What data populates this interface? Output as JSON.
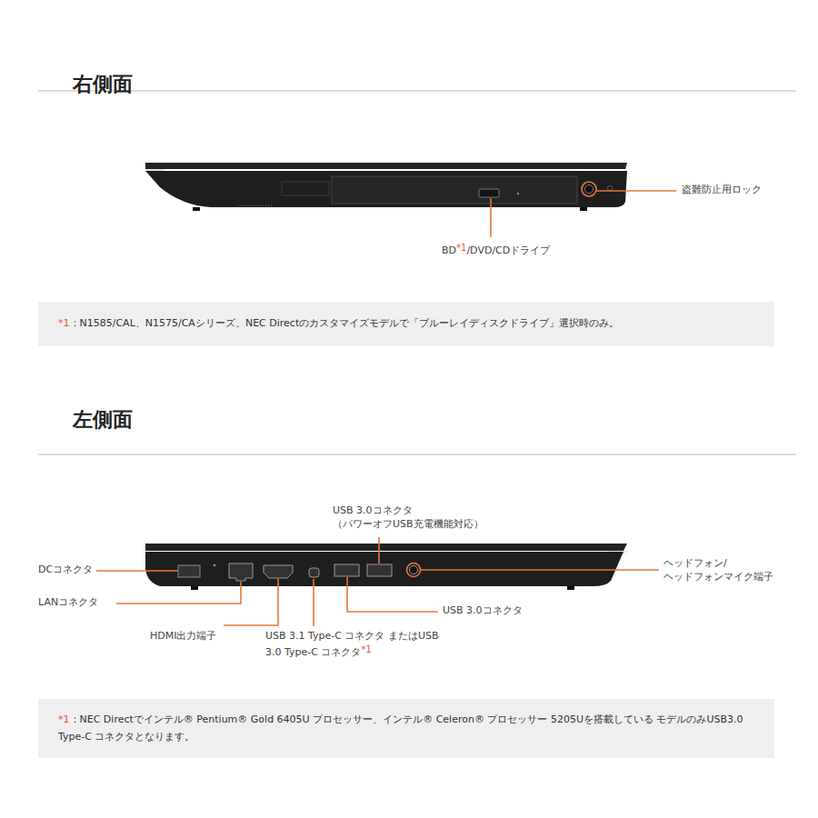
{
  "diagram": {
    "nodes": [
      {
        "text": [
          "*1",
          "：N1585/CAL、N1575/CAシリーズ、NEC Directのカスタマイズモデルで「ブルーレイディスクドライブ」選択時のみ。"
        ]
      },
      {
        "text": [
          "*1",
          "：NEC Directでインテル® Pentium® Gold 6405U プロセッサー、インテル® Celeron® プロセッサー 5205Uを搭載している モデルのみUSB3.0 Type-C コネクタとなります。"
        ]
      }
    ],
    "labels": [
      "右側面",
      "盗難防止用ロック",
      "BD",
      "*1",
      "/DVD/CDドライブ",
      "左側面",
      "USB 3.0コネクタ （パワーオフUSB充電機能対応）",
      "DCコネクタ",
      "LANコネクタ",
      "HDMI出力端子",
      "USB 3.1 Type-C コネクタ またはUSB 3.0 Type-C コネクタ",
      "*1",
      "USB 3.0コネクタ",
      "ヘッドフォン/ ヘッドフォンマイク端子"
    ]
  }
}
